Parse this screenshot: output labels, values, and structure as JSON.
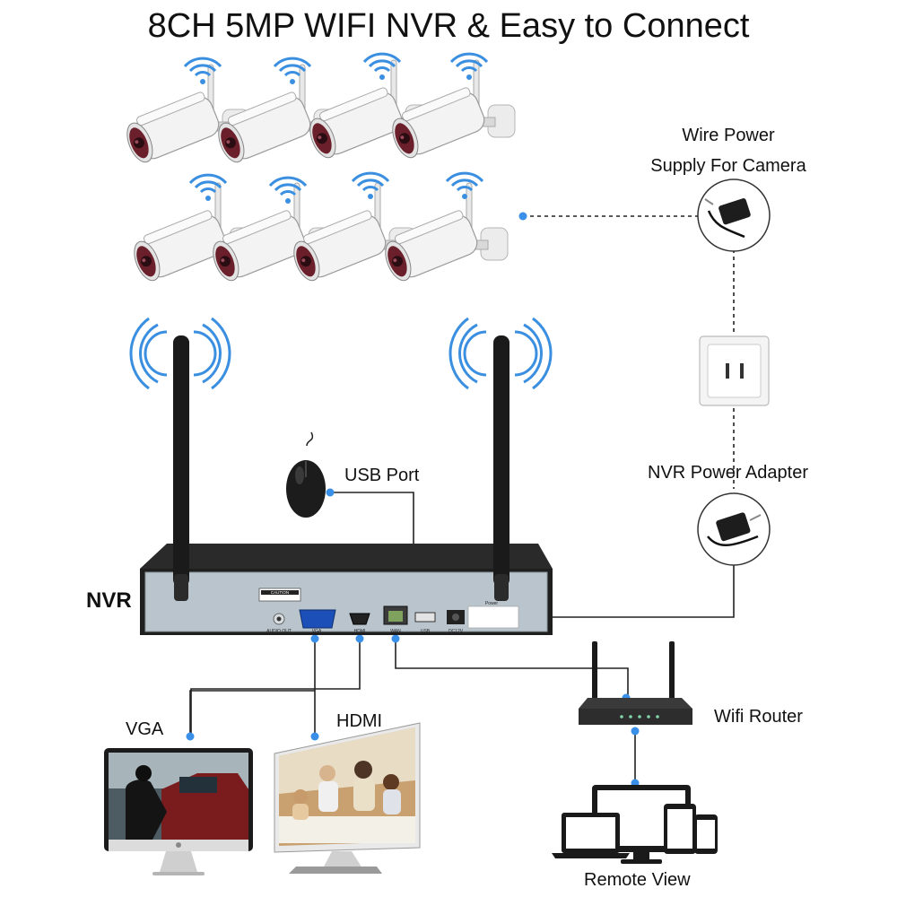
{
  "title": "8CH 5MP WIFI NVR & Easy to Connect",
  "labels": {
    "camera_power_line1": "Wire Power",
    "camera_power_line2": "Supply For Camera",
    "usb_port": "USB Port",
    "nvr_power_adapter": "NVR Power Adapter",
    "nvr": "NVR",
    "vga": "VGA",
    "hdmi": "HDMI",
    "wifi_router": "Wifi Router",
    "remote_view": "Remote View"
  },
  "nvr_panel": {
    "caution": "CAUTION",
    "ports": [
      "AUDIO OUT",
      "VGA",
      "HDMI",
      "WAN",
      "USB",
      "DC12V"
    ],
    "power": "Power"
  },
  "colors": {
    "wifi_signal": "#3b8fe0",
    "camera_body": "#f2f2f2",
    "camera_lens_ring": "#6b1f2b",
    "connector_dot": "#3a90e8",
    "nvr_case": "#222222",
    "nvr_panel": "#b9c4cc",
    "wire": "#222222"
  },
  "components": [
    "camera",
    "camera",
    "camera",
    "camera",
    "camera",
    "camera",
    "camera",
    "camera",
    "camera-power-adapter",
    "wall-outlet",
    "nvr-power-adapter",
    "mouse",
    "nvr",
    "wifi-router",
    "vga-monitor",
    "hdmi-monitor",
    "laptop",
    "phone",
    "tablet"
  ]
}
